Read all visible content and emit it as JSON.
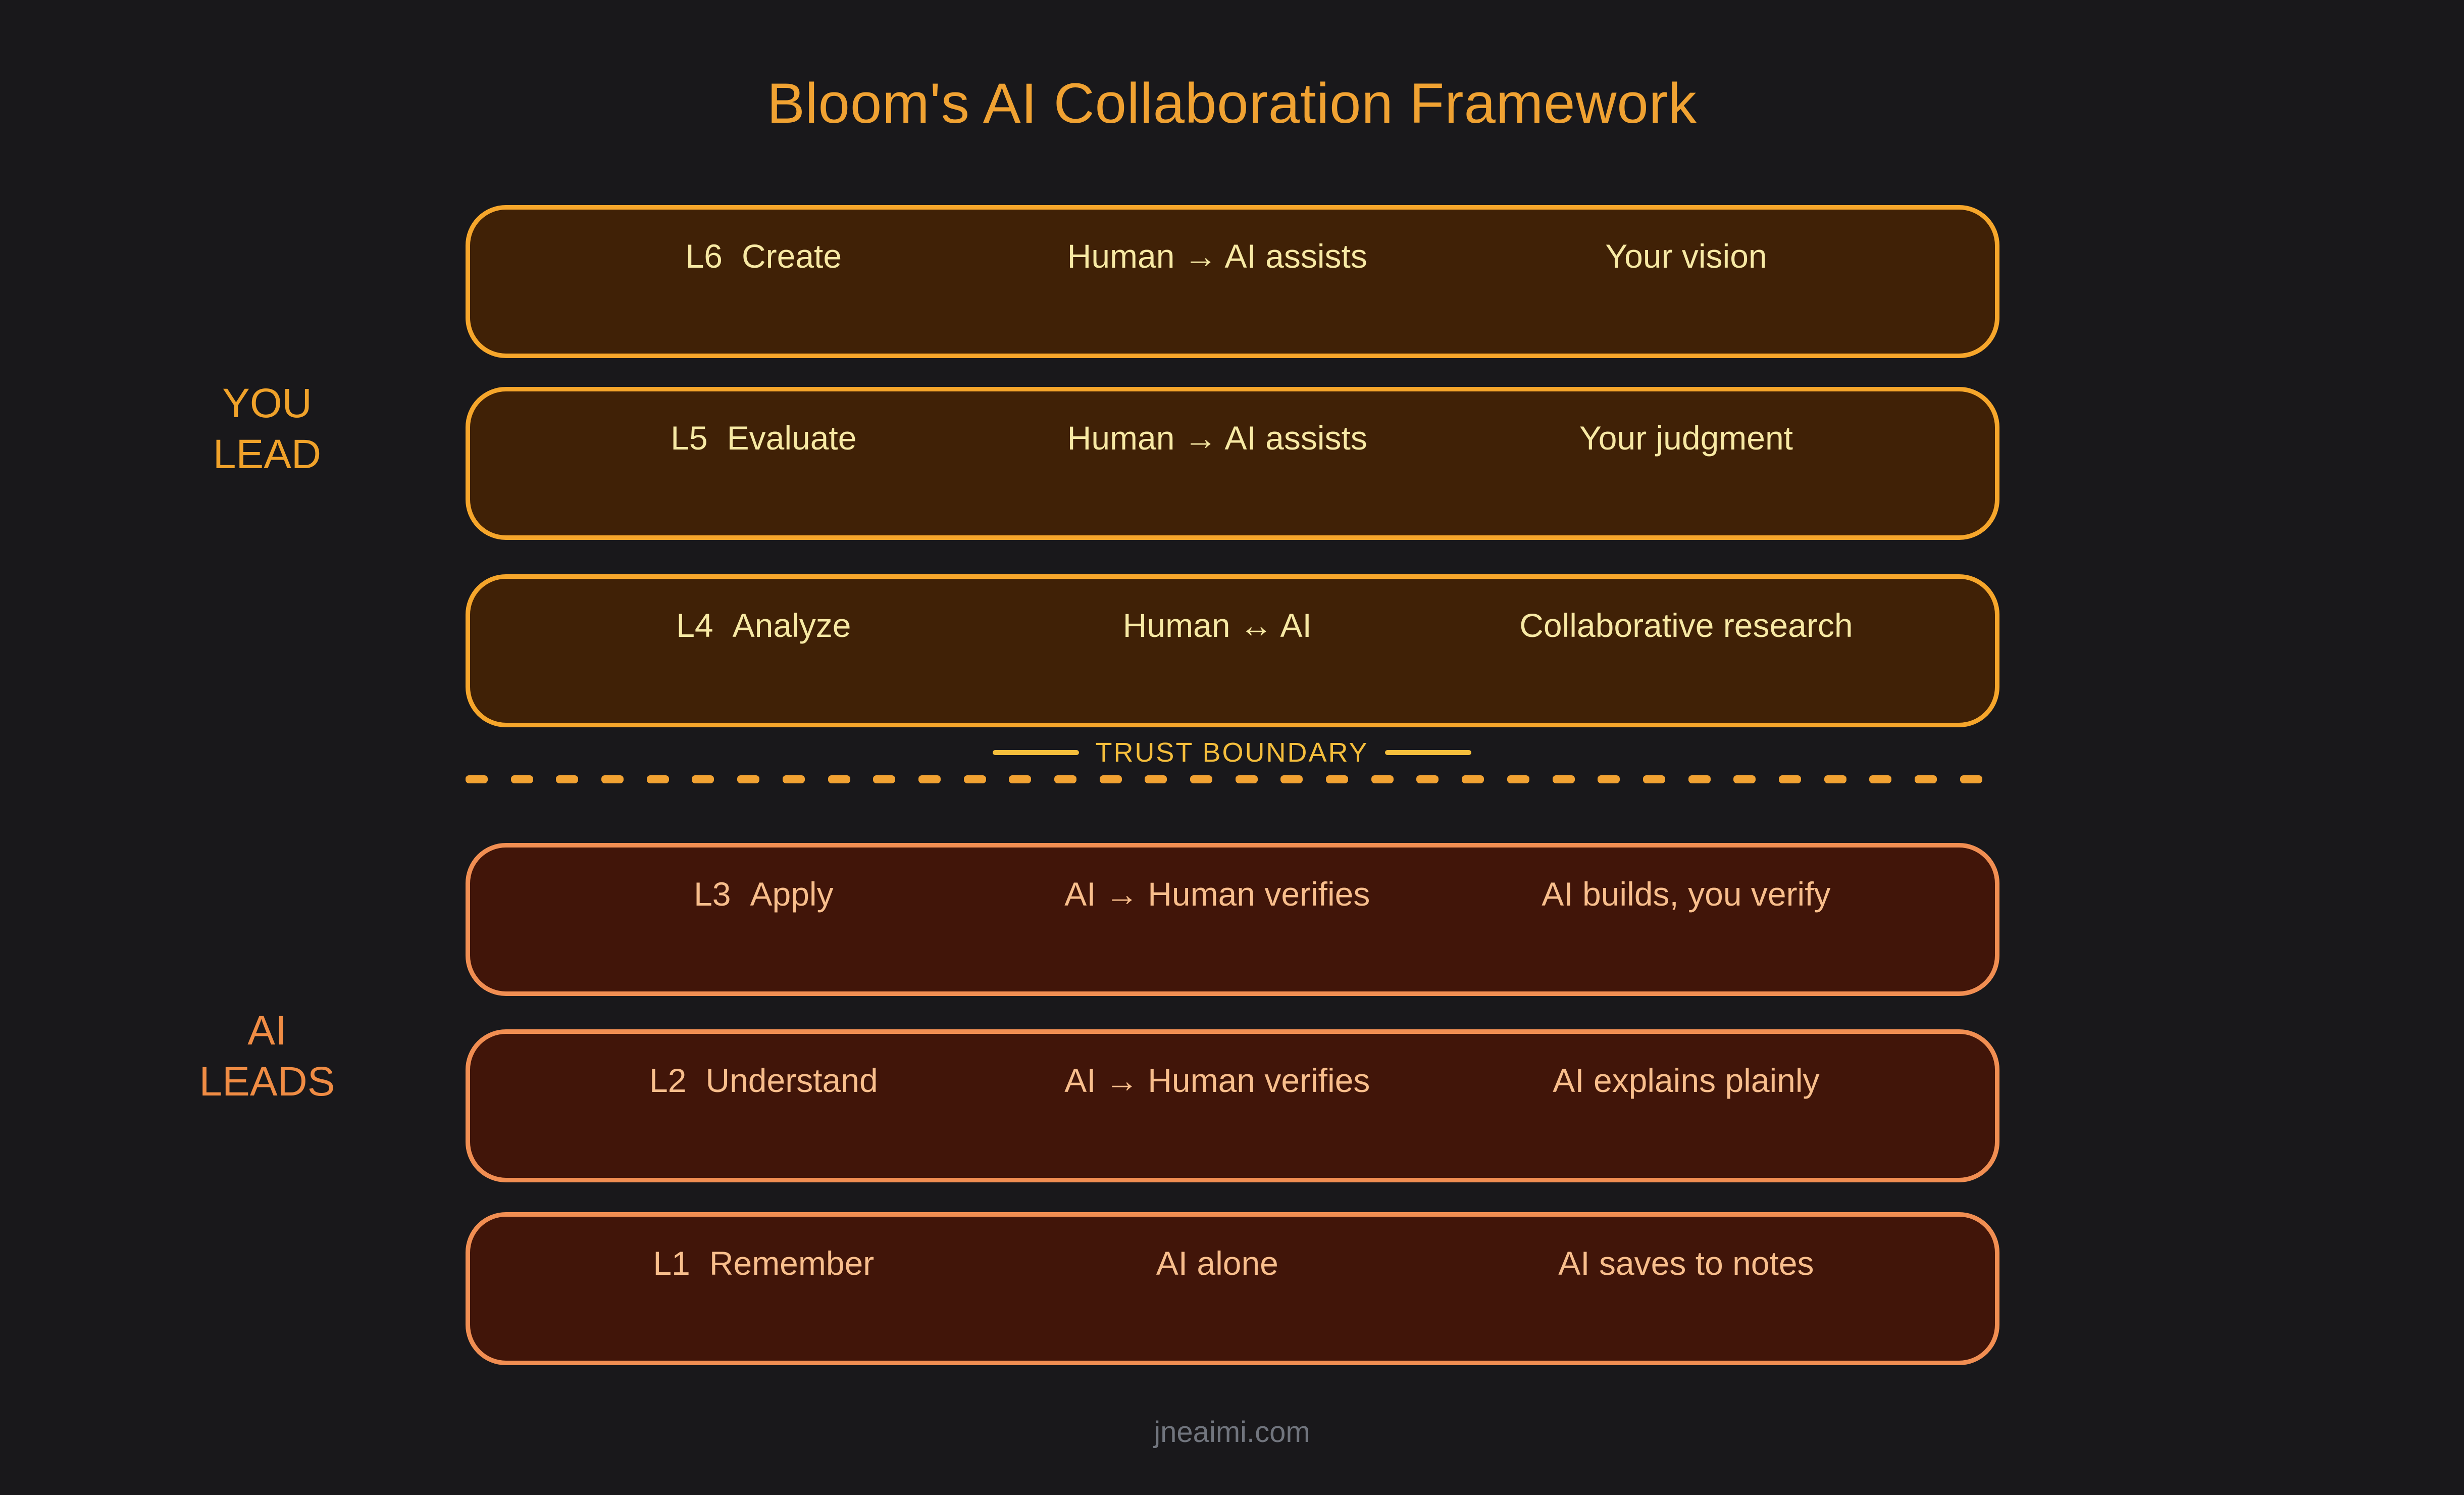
{
  "title": {
    "text": "Bloom's AI Collaboration Framework",
    "color": "#F0A232"
  },
  "colors": {
    "background": "#19181B",
    "human_box_fill": "#402106",
    "human_box_border": "#F6A62B",
    "human_box_text": "#F7E9A4",
    "ai_box_fill": "#411509",
    "ai_box_border": "#F18E52",
    "ai_box_text": "#F8BE8C",
    "you_lead_label": "#F0A22A",
    "ai_leads_label": "#F08C44",
    "trust_boundary_gold": "#F5BE3C",
    "dash_orange": "#F2A232",
    "footer_gray": "#71757E"
  },
  "groups": [
    {
      "side_label": {
        "line1": "YOU",
        "line2": "LEAD"
      },
      "rows": [
        {
          "level": "L6",
          "skill": "Create",
          "mode": "Human → AI assists",
          "note": "Your vision"
        },
        {
          "level": "L5",
          "skill": "Evaluate",
          "mode": "Human → AI assists",
          "note": "Your judgment"
        },
        {
          "level": "L4",
          "skill": "Analyze",
          "mode": "Human ↔ AI",
          "note": "Collaborative research"
        }
      ]
    },
    {
      "side_label": {
        "line1": "AI",
        "line2": "LEADS"
      },
      "rows": [
        {
          "level": "L3",
          "skill": "Apply",
          "mode": "AI → Human verifies",
          "note": "AI builds, you verify"
        },
        {
          "level": "L2",
          "skill": "Understand",
          "mode": "AI → Human verifies",
          "note": "AI explains plainly"
        },
        {
          "level": "L1",
          "skill": "Remember",
          "mode": "AI alone",
          "note": "AI saves to notes"
        }
      ]
    }
  ],
  "trust_boundary": {
    "label": "TRUST BOUNDARY",
    "dash_count": 34
  },
  "footer": {
    "text": "jneaimi.com"
  }
}
